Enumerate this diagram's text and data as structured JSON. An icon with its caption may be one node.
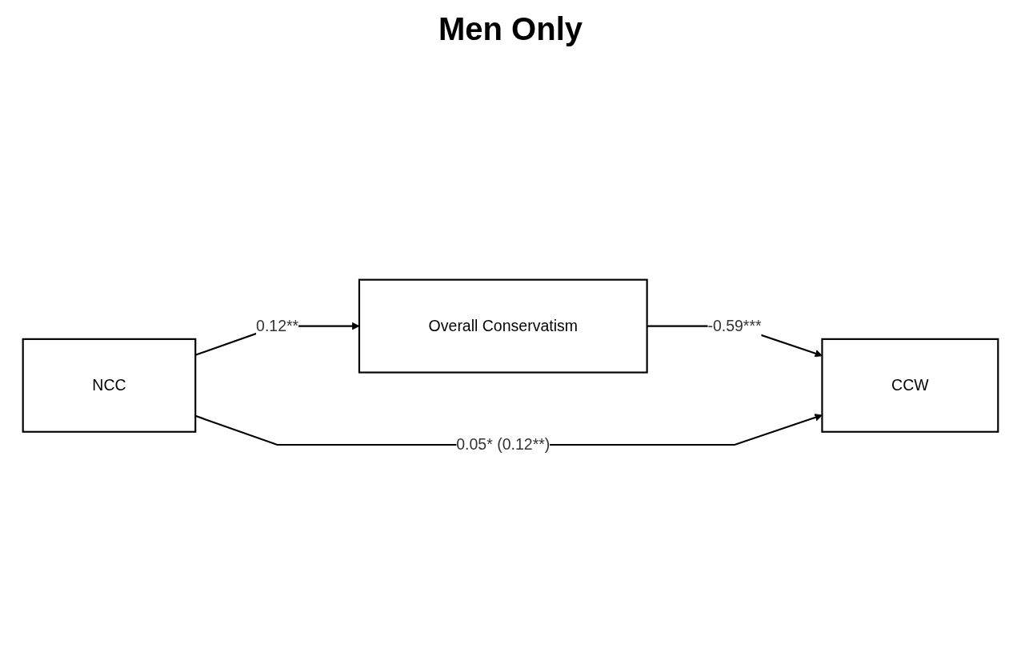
{
  "diagram": {
    "title": "Men Only",
    "nodes": [
      {
        "text": [
          "Overall Conservatism"
        ]
      },
      {
        "text": [
          "NCC"
        ]
      },
      {
        "text": [
          "CCW"
        ]
      }
    ],
    "edges": [
      {
        "from": 1,
        "to": 0,
        "arrow": "to",
        "label": "0.12**"
      },
      {
        "from": 0,
        "to": 2,
        "arrow": "to",
        "label": "-0.59***"
      },
      {
        "from": 1,
        "to": 2,
        "arrow": "to",
        "label": "0.05* (0.12**)"
      }
    ]
  }
}
